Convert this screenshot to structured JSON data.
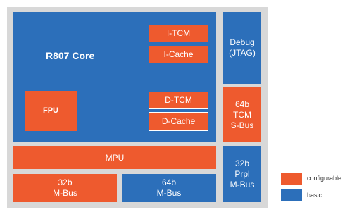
{
  "diagram": {
    "core": {
      "title": "R807 Core"
    },
    "fpu": {
      "label": "FPU"
    },
    "itcm": {
      "label": "I-TCM"
    },
    "icache": {
      "label": "I-Cache"
    },
    "dtcm": {
      "label": "D-TCM"
    },
    "dcache": {
      "label": "D-Cache"
    },
    "debug": {
      "label": "Debug\n(JTAG)"
    },
    "tcm_bus": {
      "label": "64b\nTCM\nS-Bus"
    },
    "mpu": {
      "label": "MPU"
    },
    "mbus32": {
      "label": "32b\nM-Bus"
    },
    "mbus64": {
      "label": "64b\nM-Bus"
    },
    "prpl_bus": {
      "label": "32b\nPrpl\nM-Bus"
    }
  },
  "legend": {
    "items": [
      {
        "label": "configurable",
        "color": "#ee5a2e"
      },
      {
        "label": "basic",
        "color": "#2c6fba"
      }
    ]
  },
  "colors": {
    "configurable": "#ee5a2e",
    "basic": "#2c6fba",
    "frame": "#d8d8d8"
  }
}
